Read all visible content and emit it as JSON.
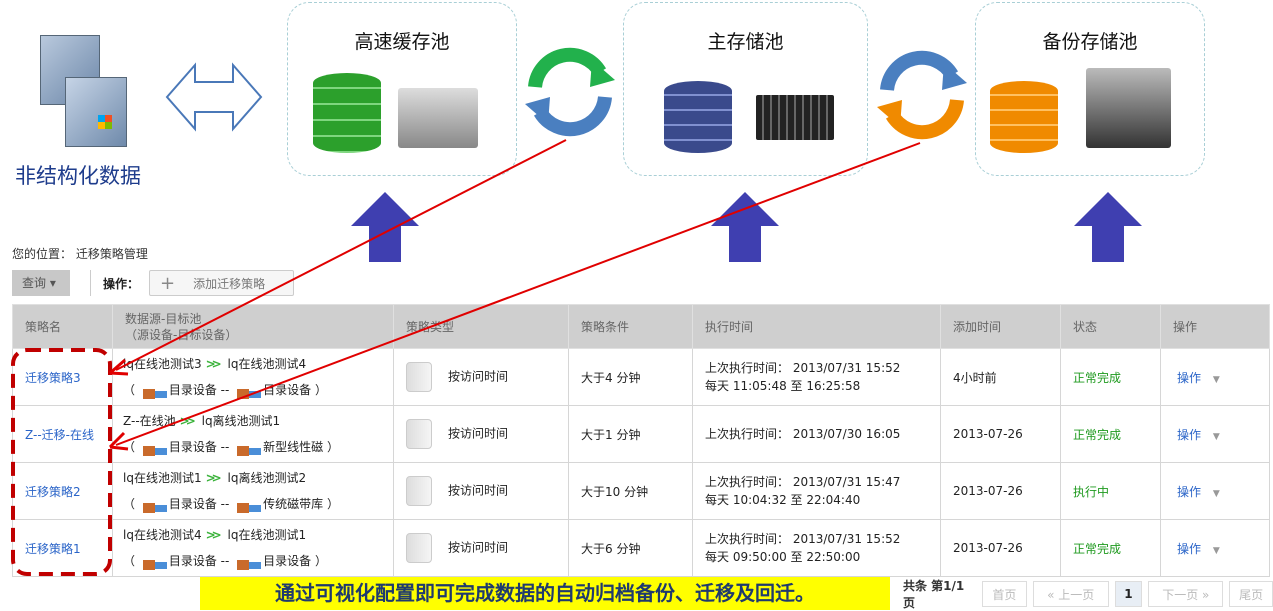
{
  "diagram": {
    "source_label": "非结构化数据",
    "pools": [
      "高速缓存池",
      "主存储池",
      "备份存储池"
    ]
  },
  "breadcrumb": {
    "prefix": "您的位置：",
    "current": "迁移策略管理"
  },
  "toolbar": {
    "query": "查询",
    "ops_label": "操作：",
    "add": "添加迁移策略"
  },
  "table": {
    "headers": [
      "策略名",
      "数据源-目标池",
      "（源设备-目标设备）",
      "策略类型",
      "策略条件",
      "执行时间",
      "添加时间",
      "状态",
      "操作"
    ],
    "rows": [
      {
        "name": "迁移策略3",
        "src": "lq在线池测试3",
        "dst": "lq在线池测试4",
        "src_dev": "目录设备",
        "dst_dev": "目录设备",
        "type": "按访问时间",
        "cond": "大于4 分钟",
        "last": "上次执行时间：  2013/07/31 15:52",
        "daily": "每天 11:05:48 至 16:25:58",
        "added": "4小时前",
        "status": "正常完成",
        "op": "操作"
      },
      {
        "name": "Z--迁移-在线",
        "src": "Z--在线池",
        "dst": "lq离线池测试1",
        "src_dev": "目录设备",
        "dst_dev": "新型线性磁",
        "type": "按访问时间",
        "cond": "大于1 分钟",
        "last": "上次执行时间：  2013/07/30 16:05",
        "daily": "",
        "added": "2013-07-26",
        "status": "正常完成",
        "op": "操作"
      },
      {
        "name": "迁移策略2",
        "src": "lq在线池测试1",
        "dst": "lq离线池测试2",
        "src_dev": "目录设备",
        "dst_dev": "传统磁带库",
        "type": "按访问时间",
        "cond": "大于10 分钟",
        "last": "上次执行时间：  2013/07/31 15:47",
        "daily": "每天 10:04:32 至 22:04:40",
        "added": "2013-07-26",
        "status": "执行中",
        "op": "操作"
      },
      {
        "name": "迁移策略1",
        "src": "lq在线池测试4",
        "dst": "lq在线池测试1",
        "src_dev": "目录设备",
        "dst_dev": "目录设备",
        "type": "按访问时间",
        "cond": "大于6 分钟",
        "last": "上次执行时间：  2013/07/31 15:52",
        "daily": "每天 09:50:00 至 22:50:00",
        "added": "2013-07-26",
        "status": "正常完成",
        "op": "操作"
      }
    ]
  },
  "pager": {
    "summary": "共条 第1/1页",
    "first": "首页",
    "prev": "« 上一页",
    "current": "1",
    "next": "下一页 »",
    "last": "尾页"
  },
  "banner": "通过可视化配置即可完成数据的自动归档备份、迁移及回迁。",
  "colors": {
    "green": "#22b14c",
    "blue": "#3f4fb8",
    "orange": "#f08a00",
    "red": "#e00000",
    "banner": "#ffff00"
  }
}
